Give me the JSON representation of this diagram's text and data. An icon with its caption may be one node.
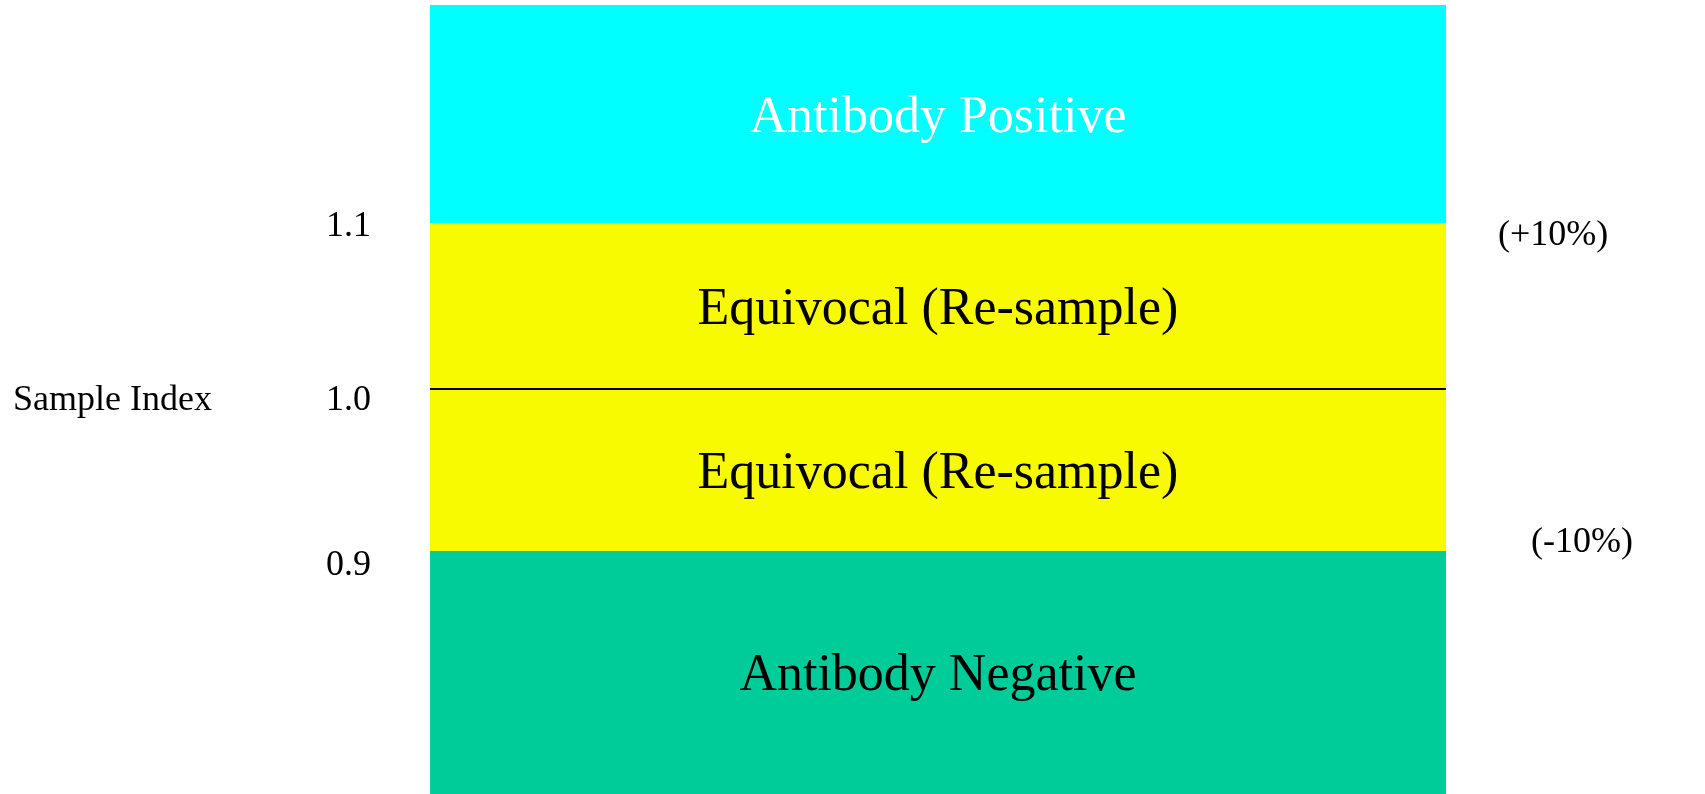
{
  "diagram": {
    "nodes": [
      {
        "text": [
          "Antibody Positive"
        ]
      },
      {
        "text": [
          "Equivocal (Re-sample)"
        ]
      },
      {
        "text": [
          "Equivocal (Re-sample)"
        ]
      },
      {
        "text": [
          "Antibody Negative"
        ]
      }
    ],
    "labels": [
      "1.1",
      "(+10%)",
      "Sample Index",
      "1.0",
      "0.9",
      "(-10%)"
    ]
  }
}
